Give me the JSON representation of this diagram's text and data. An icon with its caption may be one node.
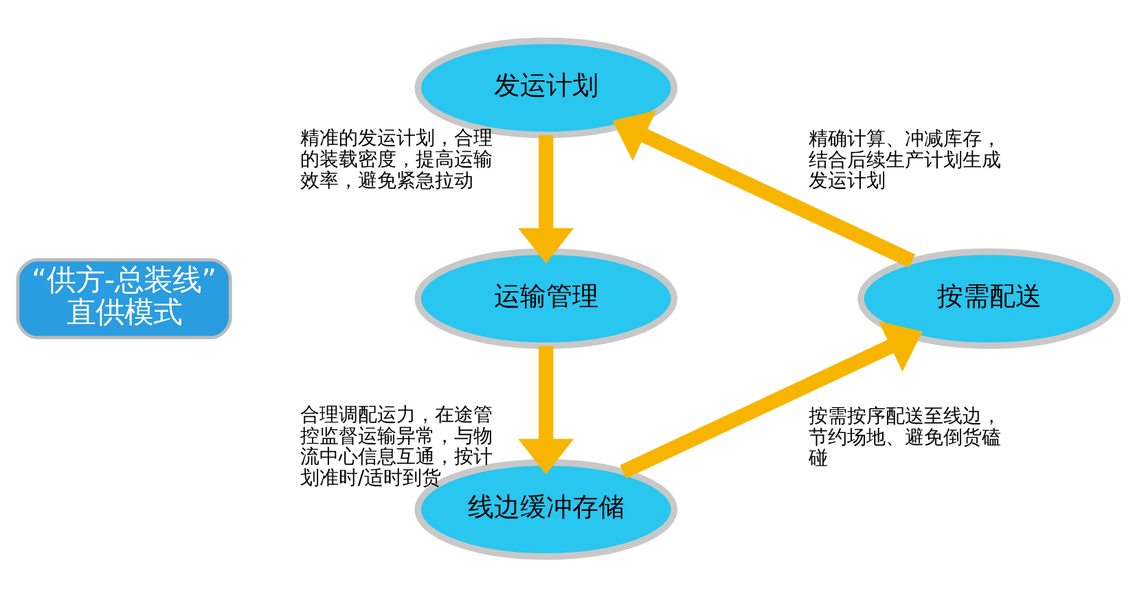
{
  "diagram": {
    "nodes": [
      {
        "text": [
          "“供方-总装线”直供模式"
        ]
      },
      {
        "text": [
          "发运计划"
        ]
      },
      {
        "text": [
          "运输管理"
        ]
      },
      {
        "text": [
          "线边缓冲存储"
        ]
      },
      {
        "text": [
          "按需配送"
        ]
      }
    ],
    "edges": [
      {
        "from": 1,
        "to": 2,
        "arrow": "to",
        "label": "精准的发运计划，合理的装载密度，提高运输效率，避免紧急拉动"
      },
      {
        "from": 2,
        "to": 3,
        "arrow": "to",
        "label": "合理调配运力，在途管控监督运输异常，与物流中心信息互通，按计划准时/适时到货"
      },
      {
        "from": 3,
        "to": 4,
        "arrow": "to",
        "label": "按需按序配送至线边，节约场地、避免倒货磕碰"
      },
      {
        "from": 4,
        "to": 1,
        "arrow": "to",
        "label": "精确计算、冲减库存，结合后续生产计划生成发运计划"
      }
    ]
  }
}
